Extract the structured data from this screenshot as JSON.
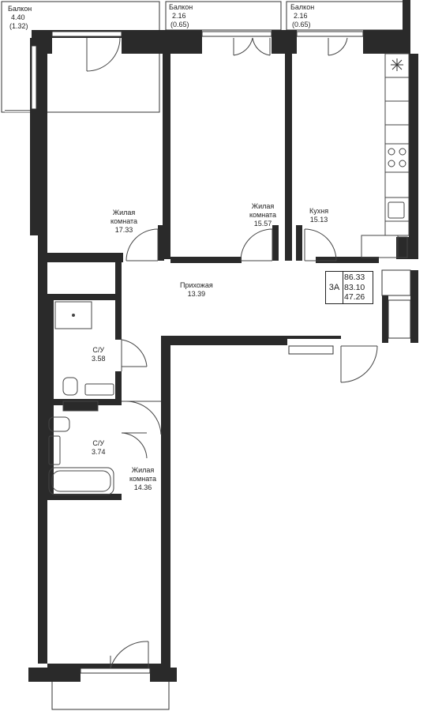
{
  "colors": {
    "wall": "#2a2a2a",
    "line": "#333333",
    "background": "#ffffff"
  },
  "balconies": [
    {
      "id": "balcony-left",
      "label": "Балкон",
      "area": "4.40",
      "area_coef": "(1.32)"
    },
    {
      "id": "balcony-mid",
      "label": "Балкон",
      "area": "2.16",
      "area_coef": "(0.65)"
    },
    {
      "id": "balcony-right",
      "label": "Балкон",
      "area": "2.16",
      "area_coef": "(0.65)"
    }
  ],
  "rooms": [
    {
      "id": "living-1",
      "line1": "Жилая",
      "line2": "комната",
      "area": "17.33"
    },
    {
      "id": "living-2",
      "line1": "Жилая",
      "line2": "комната",
      "area": "15.57"
    },
    {
      "id": "kitchen",
      "line1": "Кухня",
      "area": "15.13"
    },
    {
      "id": "hallway",
      "line1": "Прихожая",
      "area": "13.39"
    },
    {
      "id": "bathroom-1",
      "line1": "С/У",
      "area": "3.58"
    },
    {
      "id": "bathroom-2",
      "line1": "С/У",
      "area": "3.74"
    },
    {
      "id": "living-3",
      "line1": "Жилая",
      "line2": "комната",
      "area": "14.36"
    }
  ],
  "summary": {
    "apartment_type": "3А",
    "areas": [
      "86.33",
      "83.10",
      "47.26"
    ]
  }
}
